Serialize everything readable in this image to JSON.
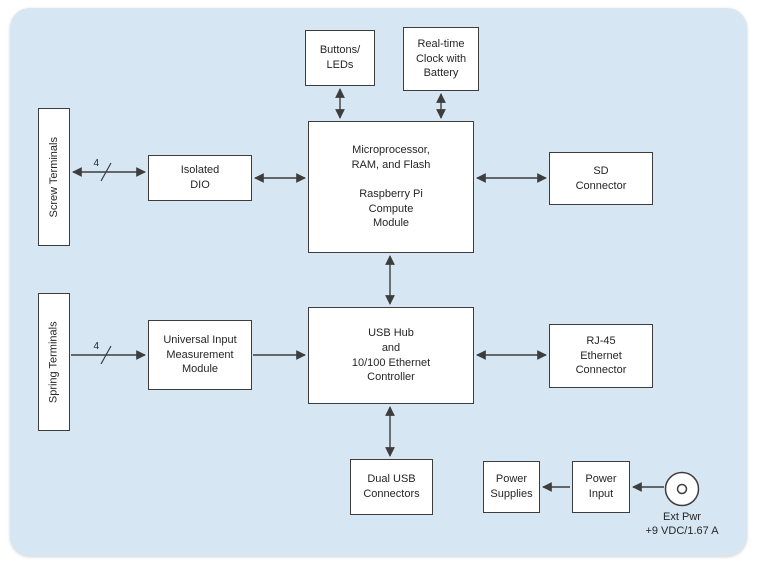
{
  "page": {
    "panel_color": "#d7e6f3",
    "line_color": "#3d3d3d",
    "box_fill": "#ffffff",
    "text_color": "#262626"
  },
  "nodes": {
    "buttons_leds": "Buttons/\nLEDs",
    "rtc": "Real-time\nClock with\nBattery",
    "screw_terminals": "Screw Terminals",
    "isolated_dio": "Isolated\nDIO",
    "microprocessor": "Microprocessor,\nRAM, and Flash\n\nRaspberry Pi\nCompute\nModule",
    "sd_connector": "SD\nConnector",
    "spring_terminals": "Spring Terminals",
    "universal_input": "Universal Input\nMeasurement\nModule",
    "usb_hub": "USB Hub\nand\n10/100 Ethernet\nController",
    "rj45": "RJ-45\nEthernet\nConnector",
    "dual_usb": "Dual USB\nConnectors",
    "power_supplies": "Power\nSupplies",
    "power_input": "Power\nInput",
    "ext_pwr": "Ext Pwr\n+9 VDC/1.67 A"
  },
  "bus_labels": {
    "screw": "4",
    "spring": "4"
  }
}
